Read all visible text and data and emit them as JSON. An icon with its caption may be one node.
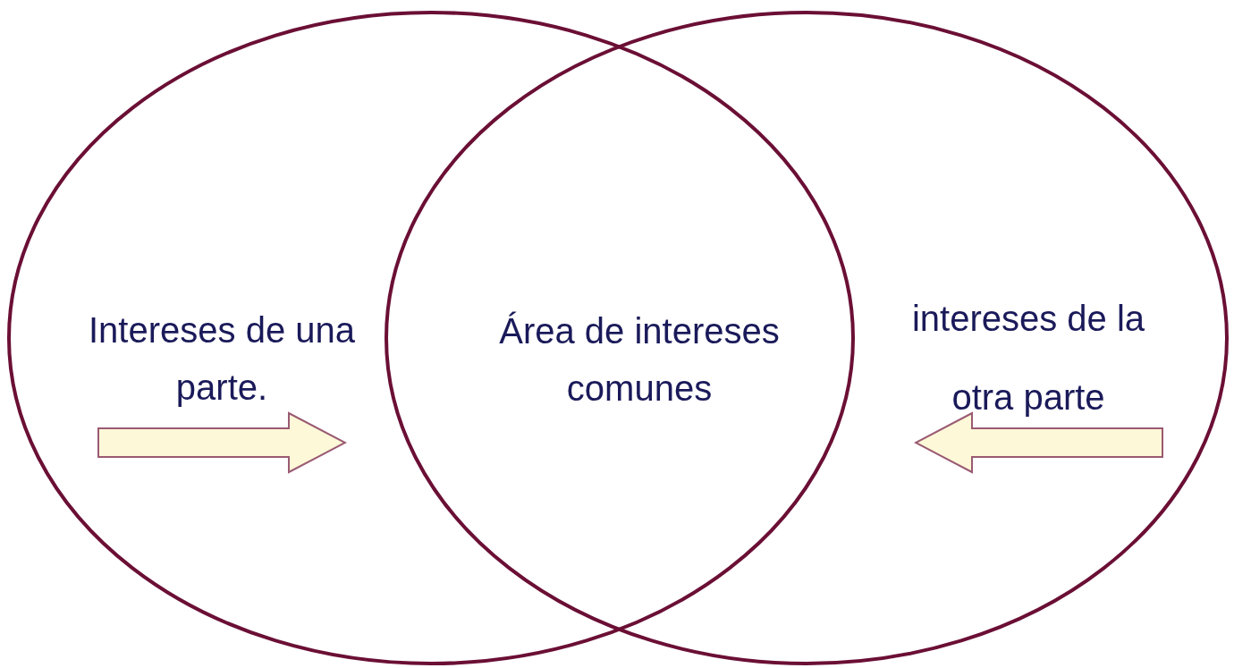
{
  "diagram": {
    "nodes": [
      {
        "text": [
          "Intereses de una parte."
        ]
      },
      {
        "text": [
          "intereses de la otra parte"
        ]
      }
    ],
    "edges": [],
    "labels": [
      "Área de intereses comunes"
    ]
  }
}
